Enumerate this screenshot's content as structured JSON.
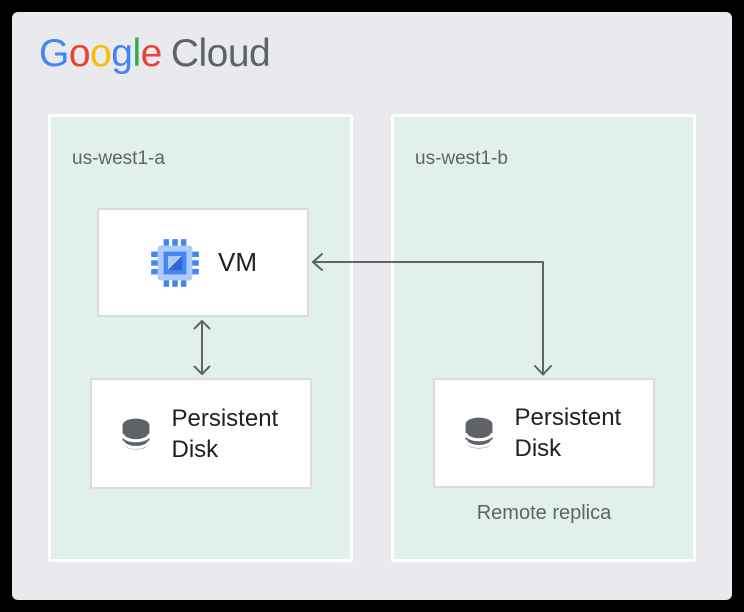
{
  "logo": {
    "letters": [
      {
        "char": "G",
        "style": "color:#4285F4"
      },
      {
        "char": "o",
        "style": "color:#EA4335"
      },
      {
        "char": "o",
        "style": "color:#FBBC05"
      },
      {
        "char": "g",
        "style": "color:#4285F4"
      },
      {
        "char": "l",
        "style": "color:#34A853"
      },
      {
        "char": "e",
        "style": "color:#EA4335"
      }
    ],
    "brand_suffix": "Cloud"
  },
  "colors": {
    "frame": "#000000",
    "background": "#E8EAED",
    "zone_fill": "#E1F0EA",
    "zone_border": "#FFFFFF",
    "node_fill": "#FFFFFF",
    "node_border": "#DADCE0",
    "arrow": "#5F6368",
    "label_gray": "#5F6368",
    "text_dark": "#202124",
    "gcp_blue": "#4285F4",
    "gcp_blue_light": "#AECBFA",
    "gcp_blue_dark": "#3367D6",
    "disk_icon_gray": "#5F6368"
  },
  "diagram": {
    "zones": [
      {
        "id": "us-west1-a",
        "label": "us-west1-a"
      },
      {
        "id": "us-west1-b",
        "label": "us-west1-b"
      }
    ],
    "nodes": [
      {
        "id": "vm",
        "zone": "us-west1-a",
        "icon": "compute-engine-icon",
        "label": "VM"
      },
      {
        "id": "disk-a",
        "zone": "us-west1-a",
        "icon": "persistent-disk-icon",
        "label": "Persistent Disk"
      },
      {
        "id": "disk-b",
        "zone": "us-west1-b",
        "icon": "persistent-disk-icon",
        "label": "Persistent Disk",
        "caption": "Remote replica"
      }
    ],
    "connections": [
      {
        "between": [
          "vm",
          "disk-a"
        ],
        "style": "straight-vertical",
        "arrowheads": "both"
      },
      {
        "between": [
          "vm",
          "disk-b"
        ],
        "style": "elbow",
        "arrowheads": "both"
      }
    ]
  }
}
